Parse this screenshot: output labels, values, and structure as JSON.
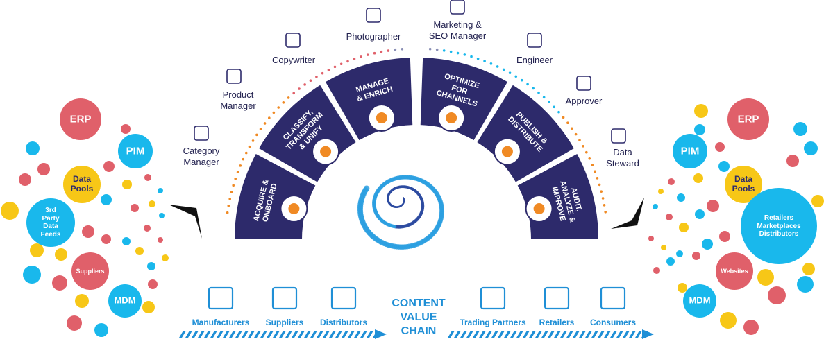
{
  "roles": [
    {
      "id": "category-manager",
      "label": "Category\nManager",
      "icon": "org-chart-icon"
    },
    {
      "id": "product-manager",
      "label": "Product\nManager",
      "icon": "product-manager-icon"
    },
    {
      "id": "copywriter",
      "label": "Copywriter",
      "icon": "document-edit-icon"
    },
    {
      "id": "photographer",
      "label": "Photographer",
      "icon": "camera-person-icon"
    },
    {
      "id": "marketing",
      "label": "Marketing &\nSEO Manager",
      "icon": "analytics-screen-icon"
    },
    {
      "id": "engineer",
      "label": "Engineer",
      "icon": "engineer-icon"
    },
    {
      "id": "approver",
      "label": "Approver",
      "icon": "thumbs-up-icon"
    },
    {
      "id": "data-steward",
      "label": "Data\nSteward",
      "icon": "database-person-icon"
    }
  ],
  "stages": [
    {
      "id": "acquire",
      "lines": [
        "ACQUIRE &",
        "ONBOARD"
      ],
      "icon": "handshake-icon"
    },
    {
      "id": "classify",
      "lines": [
        "CLASSIFY,",
        "TRANSFORM",
        "& UNIFY"
      ],
      "icon": "folder-icon"
    },
    {
      "id": "manage",
      "lines": [
        "MANAGE",
        "& ENRICH"
      ],
      "icon": "gear-network-icon"
    },
    {
      "id": "optimize",
      "lines": [
        "OPTIMIZE",
        "FOR",
        "CHANNELS"
      ],
      "icon": "gear-hand-icon"
    },
    {
      "id": "publish",
      "lines": [
        "PUBLISH &",
        "DISTRIBUTE"
      ],
      "icon": "document-stack-icon"
    },
    {
      "id": "audit",
      "lines": [
        "AUDIT,",
        "ANALYZE &",
        "IMPROVE"
      ],
      "icon": "magnifier-report-icon"
    }
  ],
  "sources": [
    {
      "id": "erp",
      "label": "ERP",
      "color": "#e0606a"
    },
    {
      "id": "pim",
      "label": "PIM",
      "color": "#19b8ec"
    },
    {
      "id": "data-pools",
      "label": "Data\nPools",
      "color": "#f7c717"
    },
    {
      "id": "third-party",
      "label": "3rd\nParty\nData\nFeeds",
      "color": "#19b8ec"
    },
    {
      "id": "suppliers",
      "label": "Suppliers",
      "color": "#e0606a"
    },
    {
      "id": "mdm",
      "label": "MDM",
      "color": "#19b8ec"
    }
  ],
  "destinations": [
    {
      "id": "erp",
      "label": "ERP",
      "color": "#e0606a"
    },
    {
      "id": "pim",
      "label": "PIM",
      "color": "#19b8ec"
    },
    {
      "id": "data-pools",
      "label": "Data\nPools",
      "color": "#f7c717"
    },
    {
      "id": "retailers",
      "label": "Retailers\nMarketplaces\nDistributors",
      "color": "#19b8ec"
    },
    {
      "id": "websites",
      "label": "Websites",
      "color": "#e0606a"
    },
    {
      "id": "mdm",
      "label": "MDM",
      "color": "#19b8ec"
    }
  ],
  "chain": {
    "title": "CONTENT\nVALUE\nCHAIN",
    "left": [
      {
        "id": "manufacturers",
        "label": "Manufacturers",
        "icon": "factory-icon"
      },
      {
        "id": "suppliers",
        "label": "Suppliers",
        "icon": "warehouse-icon"
      },
      {
        "id": "distributors",
        "label": "Distributors",
        "icon": "truck-icon"
      }
    ],
    "right": [
      {
        "id": "trading-partners",
        "label": "Trading Partners",
        "icon": "people-network-icon"
      },
      {
        "id": "retailers",
        "label": "Retailers",
        "icon": "shopping-cart-icon"
      },
      {
        "id": "consumers",
        "label": "Consumers",
        "icon": "utensils-icon"
      }
    ]
  },
  "colors": {
    "navy": "#2d2a6b",
    "blue": "#1f8fd6",
    "red": "#e0606a",
    "cyan": "#19b8ec",
    "yellow": "#f7c717",
    "orange": "#f08a24"
  }
}
